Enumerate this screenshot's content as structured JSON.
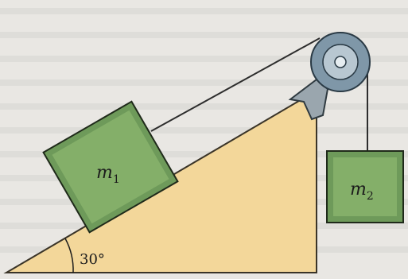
{
  "blocks": {
    "m1": {
      "symbol": "m",
      "subscript": "1"
    },
    "m2": {
      "symbol": "m",
      "subscript": "2"
    }
  },
  "incline": {
    "angle_label": "30°"
  },
  "colors": {
    "background": "#e9e7e3",
    "incline_fill": "#f3d79a",
    "incline_stroke": "#3a3428",
    "block_fill": "#6e9a5a",
    "block_face": "#8cb56f",
    "block_stroke": "#1f2a1a",
    "pulley_outer": "#7f97a8",
    "pulley_inner": "#c6d3dc",
    "string": "#2d2d2d"
  }
}
